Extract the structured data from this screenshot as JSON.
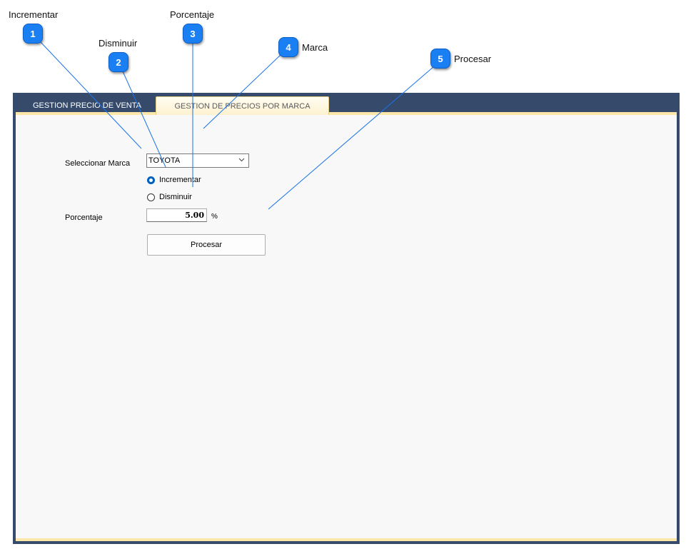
{
  "callouts": [
    {
      "number": "1",
      "label": "Incrementar"
    },
    {
      "number": "2",
      "label": "Disminuir"
    },
    {
      "number": "3",
      "label": "Porcentaje"
    },
    {
      "number": "4",
      "label": "Marca"
    },
    {
      "number": "5",
      "label": "Procesar"
    }
  ],
  "tabs": [
    {
      "label": "GESTION PRECIO DE VENTA",
      "active": false
    },
    {
      "label": "GESTION DE PRECIOS POR MARCA",
      "active": true
    }
  ],
  "form": {
    "marca_label": "Seleccionar Marca",
    "marca_value": "TOYOTA",
    "incrementar_label": "Incrementar",
    "disminuir_label": "Disminuir",
    "porcentaje_label": "Porcentaje",
    "porcentaje_value": "5.00",
    "porcentaje_unit": "%",
    "procesar_label": "Procesar"
  },
  "icons": {
    "dropdown": "chevron-down-icon",
    "radio_checked": "radio-checked-icon",
    "radio_unchecked": "radio-unchecked-icon"
  },
  "colors": {
    "badge": "#1a7ff3",
    "window_frame": "#364b6c",
    "tab_accent": "#fde7a8",
    "content_bg": "#f8f8f8",
    "leader_line": "#1a73e8"
  }
}
